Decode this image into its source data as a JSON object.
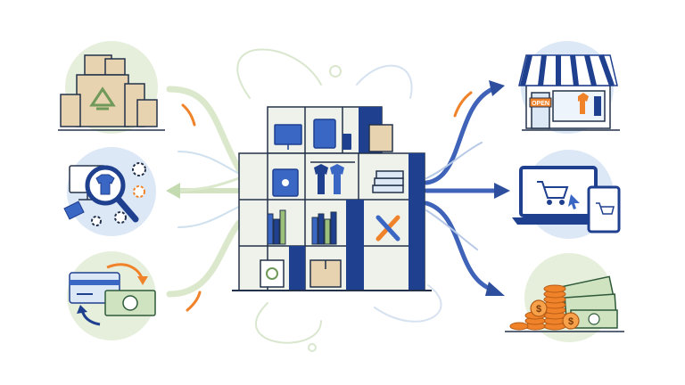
{
  "colors": {
    "navy": "#1f3f8f",
    "blue": "#3a66c4",
    "light_blue": "#dde8f6",
    "light_green": "#e6efdc",
    "green_line": "#c9ddb5",
    "orange": "#f0832a",
    "box_tan": "#e8d3b0",
    "shelf_gray": "#eef2ea",
    "outline": "#23324a"
  },
  "left_items": [
    {
      "name": "recycled-boxes",
      "icon": "recycle-icon"
    },
    {
      "name": "inspect-clothing",
      "icon": "magnifier-icon"
    },
    {
      "name": "card-to-cash",
      "icon": "credit-card-icon"
    }
  ],
  "right_items": [
    {
      "name": "retail-storefront",
      "icon": "storefront-icon"
    },
    {
      "name": "online-shopping",
      "icon": "shopping-cart-icon"
    },
    {
      "name": "money-coins",
      "icon": "dollar-coin-icon"
    }
  ],
  "center": {
    "name": "inventory-shelves",
    "icon": "shelving-unit-icon"
  },
  "labels": {
    "open_sign": "OPEN",
    "dollar_sign": "$"
  }
}
